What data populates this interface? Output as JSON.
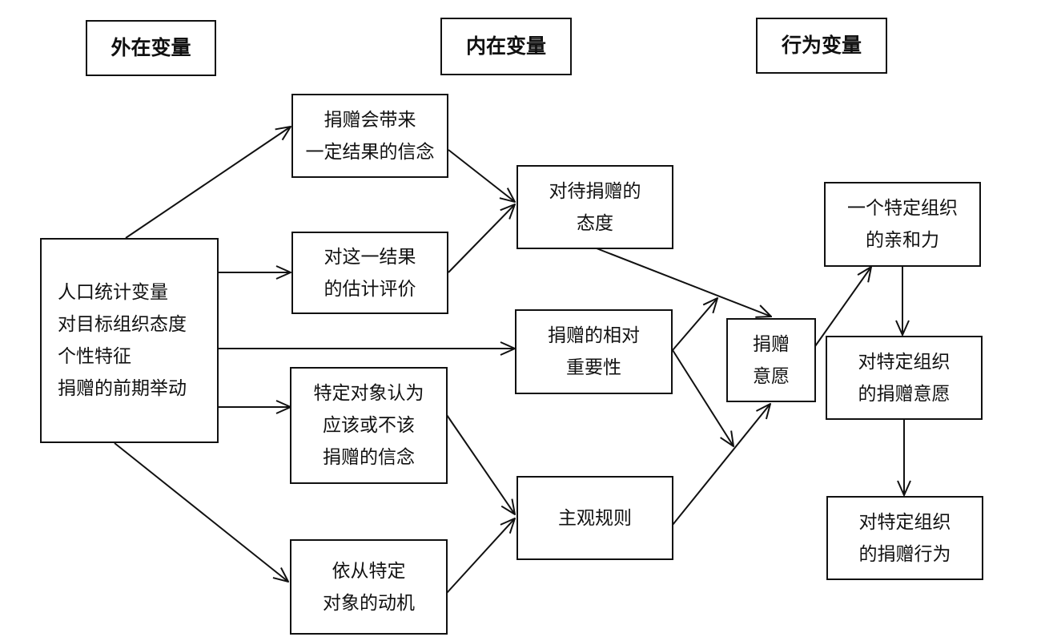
{
  "headers": {
    "external": "外在变量",
    "internal": "内在变量",
    "behavior": "行为变量"
  },
  "nodes": {
    "demographics": [
      "人口统计变量",
      "对目标组织态度",
      "个性特征",
      "捐赠的前期举动"
    ],
    "belief_results": [
      "捐赠会带来",
      "一定结果的信念"
    ],
    "evaluation": [
      "对这一结果",
      "的估计评价"
    ],
    "attitude": [
      "对待捐赠的",
      "态度"
    ],
    "importance": [
      "捐赠的相对",
      "重要性"
    ],
    "normative_belief": [
      "特定对象认为",
      "应该或不该",
      "捐赠的信念"
    ],
    "subjective_norm": [
      "主观规则"
    ],
    "motivation": [
      "依从特定",
      "对象的动机"
    ],
    "intention": [
      "捐赠",
      "意愿"
    ],
    "affinity": [
      "一个特定组织",
      "的亲和力"
    ],
    "org_intention": [
      "对特定组织",
      "的捐赠意愿"
    ],
    "org_behavior": [
      "对特定组织",
      "的捐赠行为"
    ]
  }
}
